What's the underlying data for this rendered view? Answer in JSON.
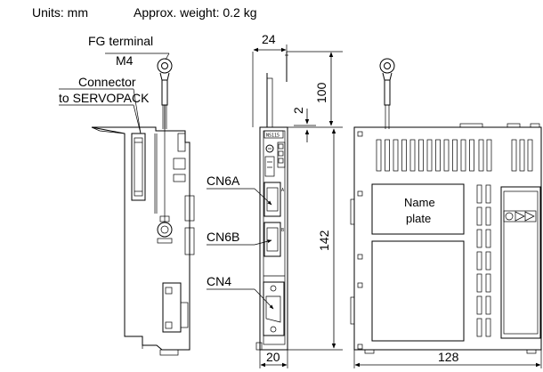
{
  "header": {
    "units": "Units: mm",
    "weight": "Approx. weight: 0.2 kg"
  },
  "labels": {
    "fg_terminal": "FG terminal",
    "m4": "M4",
    "connector": "Connector",
    "to_servopack": "to SERVOPACK",
    "cn6a": "CN6A",
    "cn6b": "CN6B",
    "cn4": "CN4",
    "name": "Name",
    "plate": "plate",
    "model": "NS115"
  },
  "dimensions": {
    "width_top": "24",
    "height_top": "100",
    "gap": "2",
    "height_main": "142",
    "width_bottom": "20",
    "depth": "128"
  }
}
